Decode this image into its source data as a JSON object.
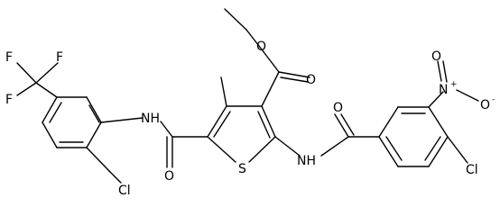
{
  "molecule": {
    "atoms": {
      "f_top_left": "F",
      "f_top_right": "F",
      "f_left": "F",
      "nh_left": "NH",
      "cl_left": "Cl",
      "o_amide_left": "O",
      "s_ring": "S",
      "o_ester_single": "O",
      "o_ester_double": "O",
      "nh_right": "NH",
      "o_amide_right": "O",
      "n_nitro": "N",
      "n_plus": "+",
      "o_nitro_double": "O",
      "o_nitro_minus": "O",
      "o_minus": "-",
      "cl_right": "Cl"
    },
    "colors": {
      "bond": "#000000",
      "label": "#000000",
      "background": "#ffffff"
    }
  }
}
